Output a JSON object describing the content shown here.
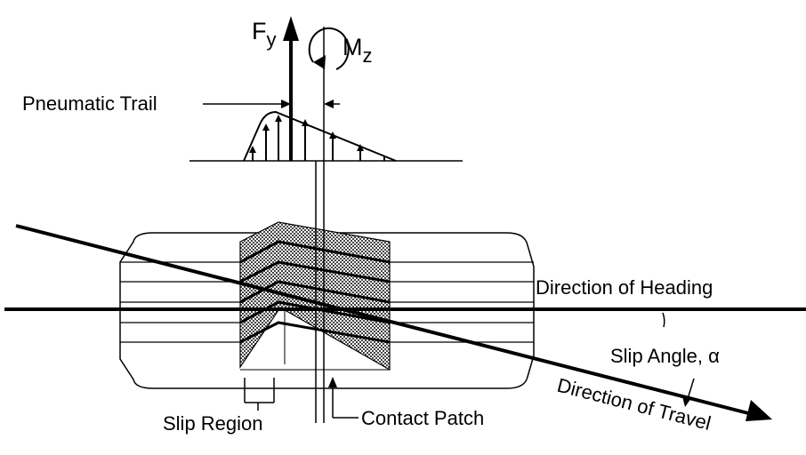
{
  "diagram": {
    "force_label": {
      "main": "F",
      "sub": "y"
    },
    "moment_label": {
      "main": "M",
      "sub": "z"
    },
    "pneumatic_trail": "Pneumatic Trail",
    "direction_heading": "Direction of Heading",
    "slip_angle": "Slip Angle, α",
    "direction_travel": "Direction of Travel",
    "slip_region": "Slip Region",
    "contact_patch": "Contact Patch"
  },
  "colors": {
    "ink": "#000000",
    "patch_fill": "#9a9a9a",
    "background": "#ffffff"
  }
}
